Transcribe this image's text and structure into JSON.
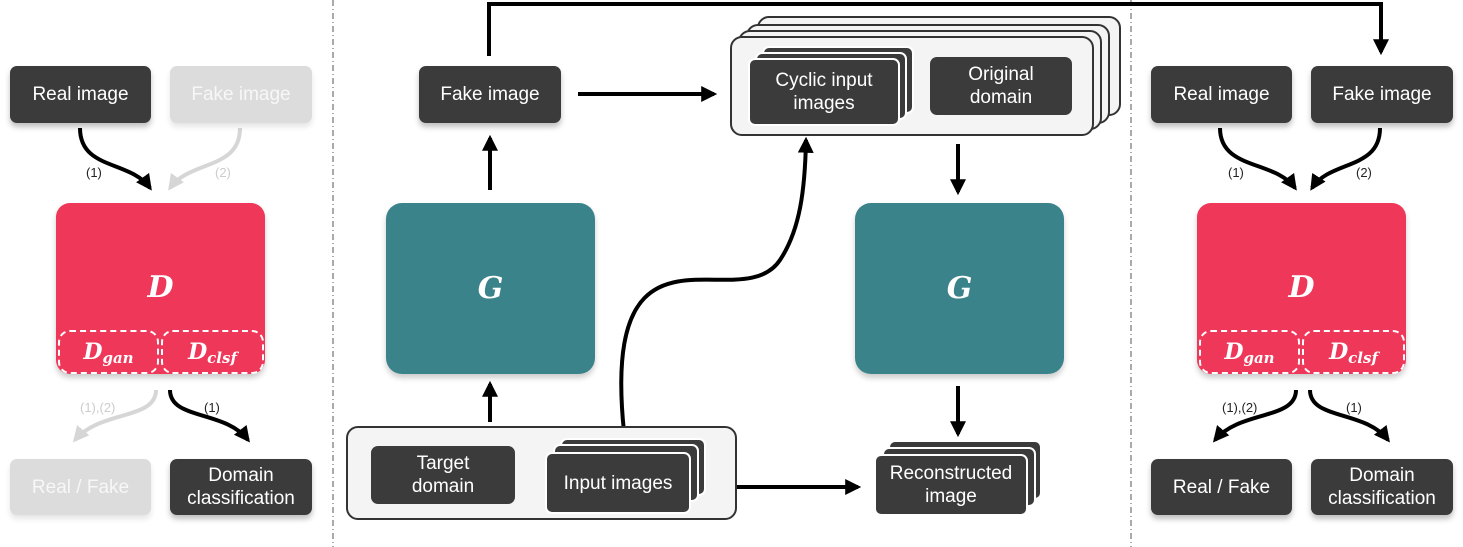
{
  "left": {
    "real_image": "Real image",
    "fake_image": "Fake image",
    "step1": "(1)",
    "step2": "(2)",
    "d_label": "D",
    "d_gan": "D",
    "d_gan_sub": "gan",
    "d_clsf": "D",
    "d_clsf_sub": "clsf",
    "step_out_left": "(1),(2)",
    "step_out_right": "(1)",
    "real_fake": "Real / Fake",
    "domain_classification": "Domain classification"
  },
  "center": {
    "fake_image": "Fake image",
    "cyclic_input_images": "Cyclic input images",
    "original_domain": "Original domain",
    "g_left": "G",
    "g_right": "G",
    "target_domain": "Target domain",
    "input_images": "Input images",
    "reconstructed_image": "Reconstructed image"
  },
  "right": {
    "real_image": "Real image",
    "fake_image": "Fake image",
    "step1": "(1)",
    "step2": "(2)",
    "d_label": "D",
    "d_gan": "D",
    "d_gan_sub": "gan",
    "d_clsf": "D",
    "d_clsf_sub": "clsf",
    "step_out_left": "(1),(2)",
    "step_out_right": "(1)",
    "real_fake": "Real / Fake",
    "domain_classification": "Domain classification"
  },
  "colors": {
    "discriminator": "#ef3759",
    "generator": "#3b838b",
    "node": "#3b3b3b",
    "inactive": "#dcdcdc"
  }
}
